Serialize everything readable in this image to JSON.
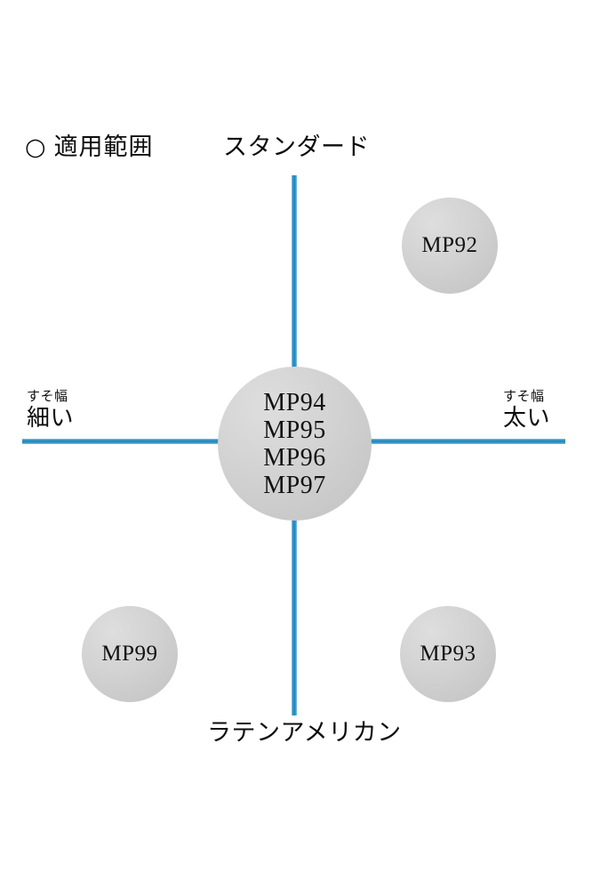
{
  "heading": {
    "marker_icon": "circle-outline-icon",
    "marker_glyph": "○",
    "text": "適用範囲"
  },
  "axes": {
    "color": "#2b90c4",
    "top_label": "スタンダード",
    "bottom_label": "ラテンアメリカン",
    "left_label_small": "すそ幅",
    "left_label_big": "細い",
    "right_label_small": "すそ幅",
    "right_label_big": "太い"
  },
  "bubbles": [
    {
      "id": "center",
      "label": "MP94\nMP95\nMP96\nMP97",
      "lines": [
        "MP94",
        "MP95",
        "MP96",
        "MP97"
      ],
      "fill": "#d2d2d2"
    },
    {
      "id": "top-right",
      "label": "MP92",
      "lines": [
        "MP92"
      ],
      "fill": "#d2d2d2"
    },
    {
      "id": "bottom-left",
      "label": "MP99",
      "lines": [
        "MP99"
      ],
      "fill": "#d2d2d2"
    },
    {
      "id": "bottom-right",
      "label": "MP93",
      "lines": [
        "MP93"
      ],
      "fill": "#d2d2d2"
    }
  ],
  "chart_data": {
    "type": "scatter",
    "title": "適用範囲",
    "xlabel": "すそ幅",
    "ylabel": "",
    "x_axis_left_label": "細い",
    "x_axis_right_label": "太い",
    "y_axis_top_label": "スタンダード",
    "y_axis_bottom_label": "ラテンアメリカン",
    "grid": false,
    "legend": "none",
    "xlim": [
      -1,
      1
    ],
    "ylim": [
      -1,
      1
    ],
    "points": [
      {
        "label": "MP94",
        "x": 0.0,
        "y": 0.0,
        "size": 173
      },
      {
        "label": "MP95",
        "x": 0.0,
        "y": 0.0,
        "size": 173
      },
      {
        "label": "MP96",
        "x": 0.0,
        "y": 0.0,
        "size": 173
      },
      {
        "label": "MP97",
        "x": 0.0,
        "y": 0.0,
        "size": 173
      },
      {
        "label": "MP92",
        "x": 0.57,
        "y": 0.63,
        "size": 108
      },
      {
        "label": "MP99",
        "x": -0.62,
        "y": -0.62,
        "size": 108
      },
      {
        "label": "MP93",
        "x": 0.55,
        "y": -0.62,
        "size": 108
      }
    ]
  }
}
